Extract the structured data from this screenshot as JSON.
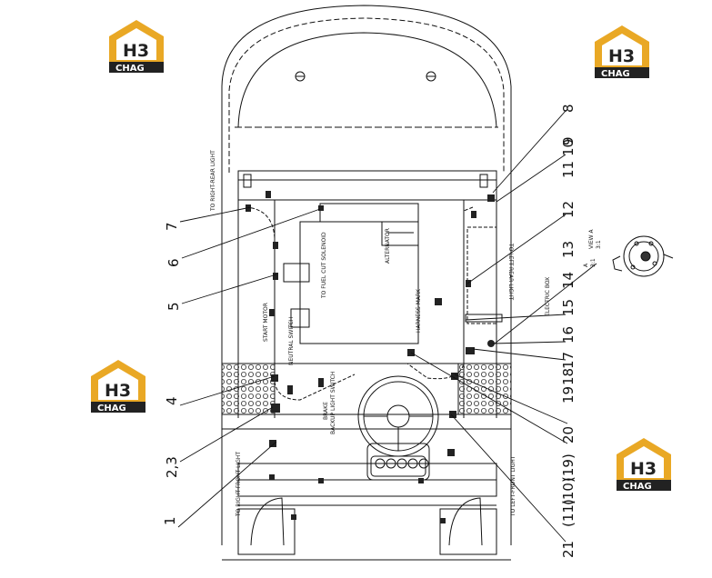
{
  "logo": {
    "mark": "H3",
    "name": "CHAG",
    "colors": {
      "gold": "#E9A825",
      "dark": "#222222"
    }
  },
  "labels": {
    "right_rear_light": "TO RIGHT-REAR LIGHT",
    "left_rear_light": "TO LEFT-REAR LIGHT",
    "right_front_light": "TO RIGHT-FRONT LIGHT",
    "left_front_light": "TO LEFT-FRONT LIGHT",
    "fuel_cut_solenoid": "TO FUEL CUT SOLENOID",
    "alternator": "ALTERNATOR",
    "harness_mark": "HARNESS MARK",
    "start_motor": "START MOTOR",
    "neutral_switch": "NEUTRAL SWITCH",
    "backup_light_switch": "BACKUP LIGHT SWITCH",
    "brake": "BRAKE",
    "electric_box": "ELECTRIC BOX",
    "view_a": "VIEW A",
    "view_a_scale": "3:1",
    "a_mark": "A",
    "a_mark_scale": "3:1"
  },
  "callouts": {
    "c1": "1",
    "c23": "2,3",
    "c4": "4",
    "c5": "5",
    "c6": "6",
    "c7": "7",
    "c8": "8",
    "c9": "9",
    "c10": "10",
    "c11": "11",
    "c12": "12",
    "c13": "13",
    "c14": "14",
    "c15": "15",
    "c16": "16",
    "c17": "17",
    "c18": "18",
    "c19": "19",
    "c20": "20",
    "c21": "21",
    "c19p": "(19)",
    "c10p": "(10)",
    "c11p": "(11)"
  }
}
